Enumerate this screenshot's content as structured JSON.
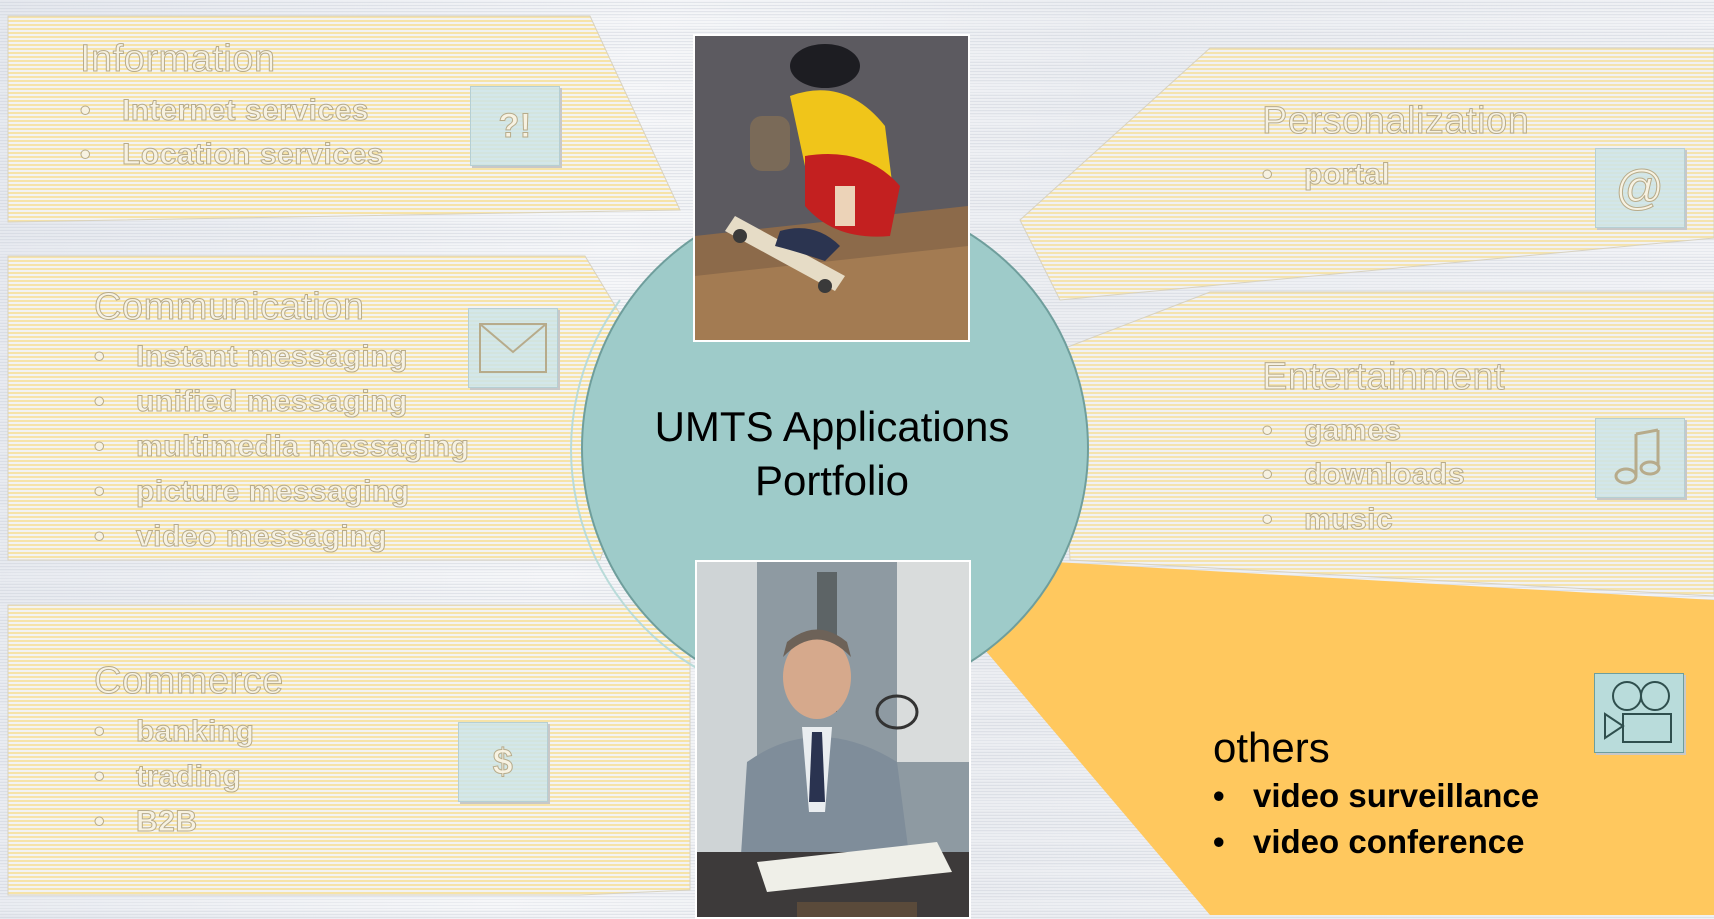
{
  "center": {
    "line1": "UMTS Applications",
    "line2": "Portfolio"
  },
  "information": {
    "title": "Information",
    "items": [
      "Internet services",
      "Location services"
    ],
    "icon_name": "question-exclamation-icon",
    "icon_glyph": "?!"
  },
  "communication": {
    "title": "Communication",
    "items": [
      "Instant messaging",
      "unified messaging",
      "multimedia messaging",
      "picture messaging",
      "video messaging"
    ],
    "icon_name": "envelope-icon"
  },
  "commerce": {
    "title": "Commerce",
    "items": [
      "banking",
      "trading",
      "B2B"
    ],
    "icon_name": "dollar-icon",
    "icon_glyph": "$"
  },
  "personalization": {
    "title": "Personalization",
    "items": [
      "portal"
    ],
    "icon_name": "at-sign-icon",
    "icon_glyph": "@"
  },
  "entertainment": {
    "title": "Entertainment",
    "items": [
      "games",
      "downloads",
      "music"
    ],
    "icon_name": "music-note-icon"
  },
  "others": {
    "title": "others",
    "items": [
      "video surveillance",
      "video conference"
    ],
    "icon_name": "video-camera-icon"
  },
  "bullet_char": "•",
  "colors": {
    "hatch_fill": "#f7e7b4",
    "others_fill": "#ffc85e",
    "circle_fill": "#9ecbc9",
    "icon_fill": "#cde4e8"
  },
  "photos": {
    "top": "skateboarder-photo",
    "bottom": "businessman-photo"
  }
}
